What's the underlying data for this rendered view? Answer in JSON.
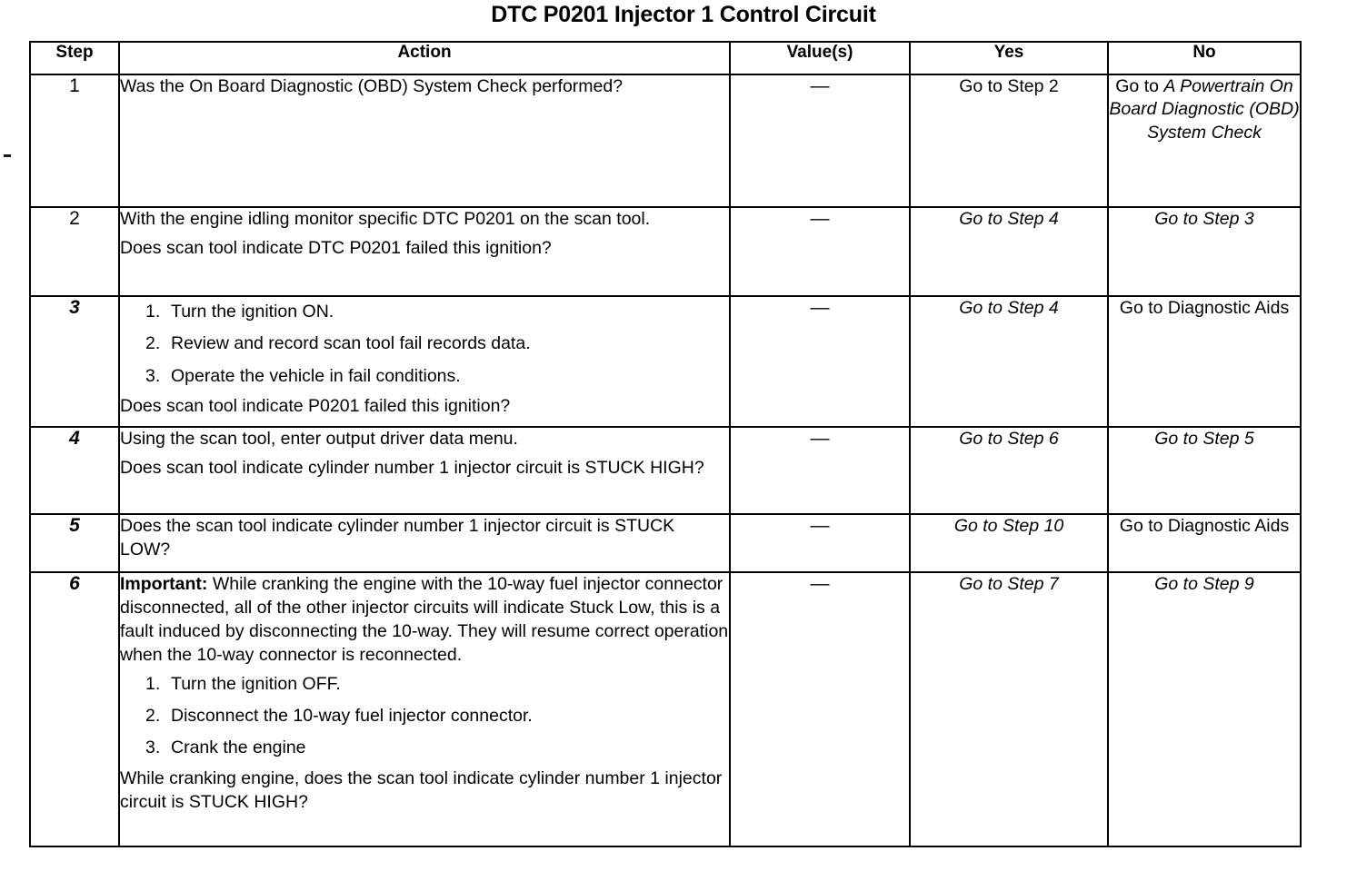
{
  "title": "DTC P0201 Injector 1 Control Circuit",
  "table": {
    "headers": {
      "step": "Step",
      "action": "Action",
      "value": "Value(s)",
      "yes": "Yes",
      "no": "No"
    },
    "rows": [
      {
        "step": "1",
        "step_italic": false,
        "action_paragraphs": [
          "Was the On Board Diagnostic (OBD) System Check performed?"
        ],
        "action_list": [],
        "action_closing": "",
        "value": "—",
        "yes": "Go to Step 2",
        "yes_italic": false,
        "no_lead": "Go to ",
        "no_italic_text": "A Powertrain On Board Diagnostic (OBD) System Check",
        "no_italic": true
      },
      {
        "step": "2",
        "step_italic": false,
        "action_paragraphs": [
          "With the engine idling monitor specific DTC P0201 on the scan tool."
        ],
        "action_list": [],
        "action_closing": "Does scan tool indicate DTC P0201 failed this ignition?",
        "value": "—",
        "yes": "Go to Step 4",
        "yes_italic": true,
        "no_lead": "",
        "no_italic_text": "Go to Step 3",
        "no_italic": true
      },
      {
        "step": "3",
        "step_italic": true,
        "action_paragraphs": [],
        "action_list": [
          "Turn the ignition ON.",
          "Review and record scan tool fail records data.",
          "Operate the vehicle in fail conditions."
        ],
        "action_closing": "Does scan tool indicate P0201 failed this ignition?",
        "value": "—",
        "yes": "Go to Step 4",
        "yes_italic": true,
        "no_lead": "Go to Diagnostic Aids",
        "no_italic_text": "",
        "no_italic": false
      },
      {
        "step": "4",
        "step_italic": true,
        "action_paragraphs": [
          "Using the scan tool, enter output driver data menu."
        ],
        "action_list": [],
        "action_closing": "Does scan tool indicate cylinder number 1 injector circuit is STUCK HIGH?",
        "value": "—",
        "yes": "Go to Step 6",
        "yes_italic": true,
        "no_lead": "",
        "no_italic_text": "Go to Step 5",
        "no_italic": true
      },
      {
        "step": "5",
        "step_italic": true,
        "action_paragraphs": [],
        "action_list": [],
        "action_closing": "Does the scan tool indicate cylinder number 1 injector circuit is STUCK LOW?",
        "value": "—",
        "yes": "Go to Step 10",
        "yes_italic": true,
        "no_lead": "Go to Diagnostic Aids",
        "no_italic_text": "",
        "no_italic": false
      },
      {
        "step": "6",
        "step_italic": true,
        "important_label": "Important:",
        "important_text": " While cranking the engine with the 10-way fuel injector connector disconnected, all of the other injector circuits will indicate Stuck Low, this is a fault induced by disconnecting the 10-way. They will resume correct operation when the 10-way connector is reconnected.",
        "action_paragraphs": [],
        "action_list": [
          "Turn the ignition OFF.",
          "Disconnect the 10-way fuel injector connector.",
          "Crank the engine"
        ],
        "action_closing": "While cranking engine, does the scan tool indicate cylinder number 1 injector circuit is STUCK HIGH?",
        "value": "—",
        "yes": "Go to Step 7",
        "yes_italic": true,
        "no_lead": "",
        "no_italic_text": "Go to Step 9",
        "no_italic": true
      }
    ]
  }
}
